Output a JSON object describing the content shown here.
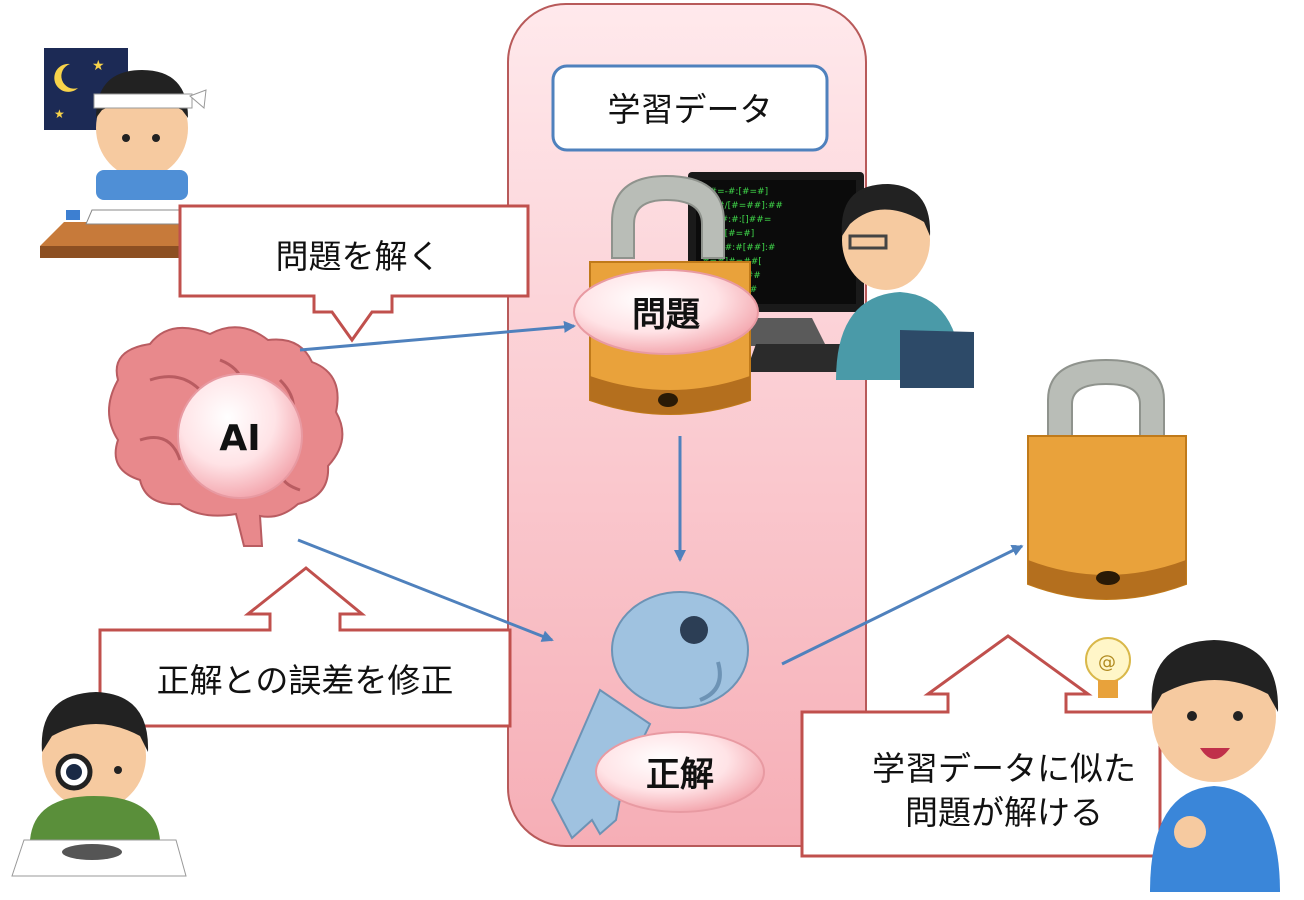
{
  "training_data": {
    "title": "学習データ"
  },
  "callouts": {
    "solve_problem": "問題を解く",
    "correct_error": "正解との誤差を修正",
    "solve_similar_line1": "学習データに似た",
    "solve_similar_line2": "問題が解ける"
  },
  "badges": {
    "problem": "問題",
    "answer": "正解",
    "ai": "AI"
  },
  "colors": {
    "panel_fill_top": "#ffe6ea",
    "panel_fill_bottom": "#f7b1b9",
    "panel_border": "#b85a5a",
    "callout_border": "#c0504d",
    "title_box_border": "#4f81bd",
    "connector_arrow": "#4f81bd",
    "lock_body": "#e9a23b",
    "lock_shackle": "#b9bdb7",
    "key": "#9fc2e0",
    "brain": "#e8898c"
  }
}
